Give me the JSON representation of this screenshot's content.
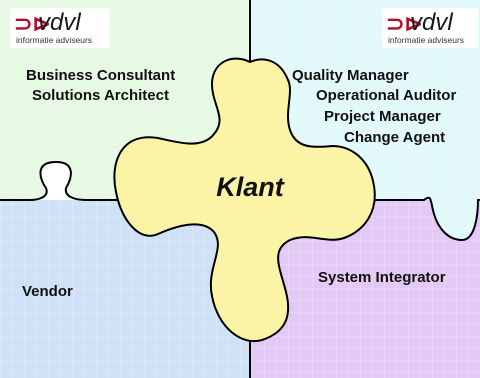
{
  "brand": {
    "logo_mark": "⊃⊳",
    "name": "vdvl",
    "tagline": "informatie adviseurs"
  },
  "colors": {
    "top_left_fill": "#e6f9e2",
    "top_right_fill": "#e2f9fb",
    "bottom_left_fill": "#cfe1f7",
    "bottom_right_fill": "#e3c9f6",
    "center_fill": "#fbf4a6",
    "outline": "#000000",
    "grid": "#ffffff"
  },
  "quadrants": {
    "top_left": {
      "roles": [
        "Business Consultant",
        "Solutions Architect"
      ]
    },
    "top_right": {
      "roles": [
        "Quality Manager",
        "Operational Auditor",
        "Project Manager",
        "Change Agent"
      ]
    },
    "bottom_left": {
      "roles": [
        "Vendor"
      ]
    },
    "bottom_right": {
      "roles": [
        "System Integrator"
      ]
    }
  },
  "center": {
    "label": "Klant"
  }
}
